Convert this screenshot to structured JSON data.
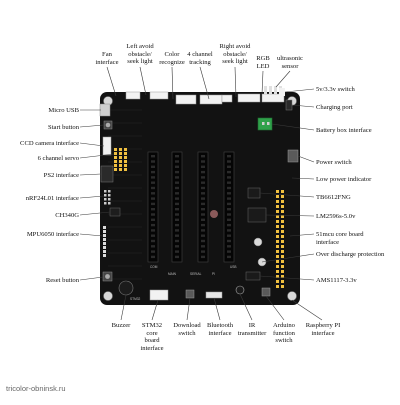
{
  "diagram": {
    "top_labels": [
      [
        "Fan",
        "interface"
      ],
      [
        "Left avoid",
        "obstacle/",
        "seek light"
      ],
      [
        "Color",
        "recognize"
      ],
      [
        "4 channel",
        "tracking"
      ],
      [
        "Right avoid",
        "obstacle/",
        "seek light"
      ],
      [
        "RGB",
        "LED"
      ],
      [
        "ultrasonic",
        "sensor"
      ]
    ],
    "left_labels": [
      [
        "Micro USB"
      ],
      [
        "Start button"
      ],
      [
        "CCD camera interface"
      ],
      [
        "6 channel servo"
      ],
      [
        "PS2 interface"
      ],
      [
        "nRF24L01 interface"
      ],
      [
        "CH340G"
      ],
      [
        "MPU6050 interface"
      ],
      [
        "Reset button"
      ]
    ],
    "right_labels": [
      [
        "5v/3.3v switch"
      ],
      [
        "Charging port"
      ],
      [
        "Battery box interface"
      ],
      [
        "Power switch"
      ],
      [
        "Low power indicator"
      ],
      [
        "TB6612FNG"
      ],
      [
        "LM2596s-5.0v"
      ],
      [
        "51mcu core board",
        "interface"
      ],
      [
        "Over discharge protection"
      ],
      [
        "AMS1117-3.3v"
      ]
    ],
    "bottom_labels": [
      [
        "Buzzer"
      ],
      [
        "STM32",
        "core",
        "board",
        "interface"
      ],
      [
        "Download",
        "switch"
      ],
      [
        "Bluetooth",
        "interface"
      ],
      [
        "IR",
        "transmitter"
      ],
      [
        "Arduino",
        "function",
        "switch"
      ],
      [
        "Raspberry PI",
        "interface"
      ]
    ],
    "board_silkscreen": [
      "MAIN",
      "SERIAL",
      "PI",
      "COM",
      "USB",
      "STM32"
    ],
    "colors": {
      "board": "#121212",
      "line": "#3a3a3a",
      "connector": "#f2f2f2",
      "terminal": "#2fa14a",
      "label": "#111111"
    }
  },
  "watermark": "tricolor-obninsk.ru"
}
